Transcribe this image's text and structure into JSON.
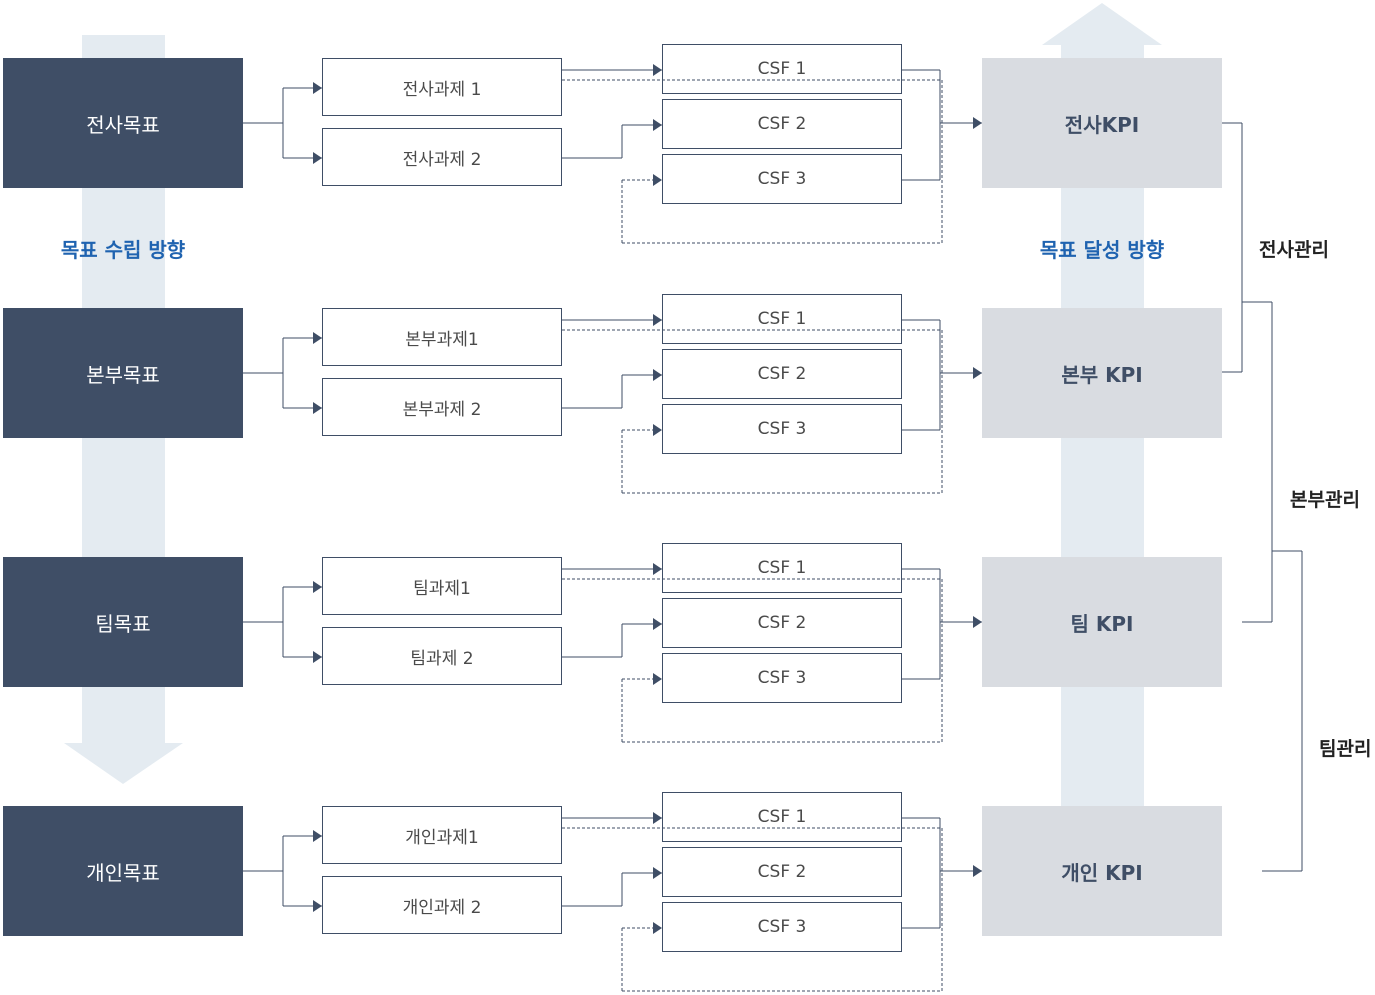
{
  "directions": {
    "setting": "목표 수립 방향",
    "achieving": "목표 달성 방향"
  },
  "levels": [
    {
      "goal": "전사목표",
      "tasks": [
        "전사과제 1",
        "전사과제 2"
      ],
      "csfs": [
        "CSF 1",
        "CSF 2",
        "CSF 3"
      ],
      "kpi": "전사KPI"
    },
    {
      "goal": "본부목표",
      "tasks": [
        "본부과제1",
        "본부과제 2"
      ],
      "csfs": [
        "CSF 1",
        "CSF 2",
        "CSF 3"
      ],
      "kpi": "본부 KPI"
    },
    {
      "goal": "팀목표",
      "tasks": [
        "팀과제1",
        "팀과제 2"
      ],
      "csfs": [
        "CSF 1",
        "CSF 2",
        "CSF 3"
      ],
      "kpi": "팀 KPI"
    },
    {
      "goal": "개인목표",
      "tasks": [
        "개인과제1",
        "개인과제 2"
      ],
      "csfs": [
        "CSF 1",
        "CSF 2",
        "CSF 3"
      ],
      "kpi": "개인 KPI"
    }
  ],
  "management": [
    "전사관리",
    "본부관리",
    "팀관리"
  ],
  "colors": {
    "goal_fill": "#3f4e66",
    "kpi_fill": "#d9dce1",
    "arrow_fill": "#e4ebf1",
    "direction_text": "#1f63b0",
    "line": "#3f4e66"
  }
}
